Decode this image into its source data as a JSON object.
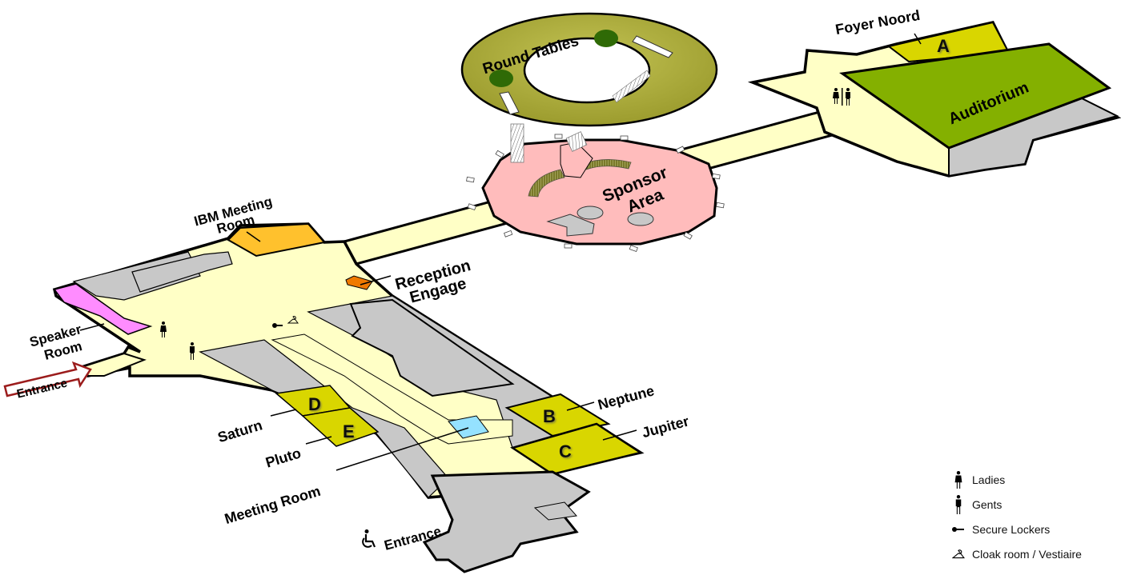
{
  "map": {
    "rooms": {
      "round_tables": "Round Tables",
      "foyer_noord": "Foyer Noord",
      "auditorium": "Auditorium",
      "sponsor_area_line1": "Sponsor",
      "sponsor_area_line2": "Area",
      "ibm_meeting_line1": "IBM Meeting",
      "ibm_meeting_line2": "Room",
      "reception_line1": "Reception",
      "reception_line2": "Engage",
      "speaker_line1": "Speaker",
      "speaker_line2": "Room",
      "entrance_main": "Entrance",
      "neptune": "Neptune",
      "jupiter": "Jupiter",
      "saturn": "Saturn",
      "pluto": "Pluto",
      "meeting_room": "Meeting Room",
      "entrance_accessible": "Entrance"
    },
    "room_letters": {
      "a": "A",
      "b": "B",
      "c": "C",
      "d": "D",
      "e": "E"
    },
    "colors": {
      "corridor": "#ffffc6",
      "service": "#c8c8c8",
      "meeting_yellow": "#d9d600",
      "auditorium_green": "#84b000",
      "round_tables_olive": "#a8a838",
      "table_dark_green": "#2f6a06",
      "sponsor_pink": "#ffbcbc",
      "ibm_orange": "#ffc12d",
      "reception_orange": "#ef7900",
      "speaker_pink": "#ff8cff",
      "meeting_blue": "#95e2ff",
      "entrance_arrow": "#9b1c1c"
    }
  },
  "legend": {
    "items": [
      {
        "icon": "ladies-icon",
        "label": "Ladies"
      },
      {
        "icon": "gents-icon",
        "label": "Gents"
      },
      {
        "icon": "key-icon",
        "label": "Secure Lockers"
      },
      {
        "icon": "hanger-icon",
        "label": "Cloak room / Vestiaire"
      }
    ]
  }
}
